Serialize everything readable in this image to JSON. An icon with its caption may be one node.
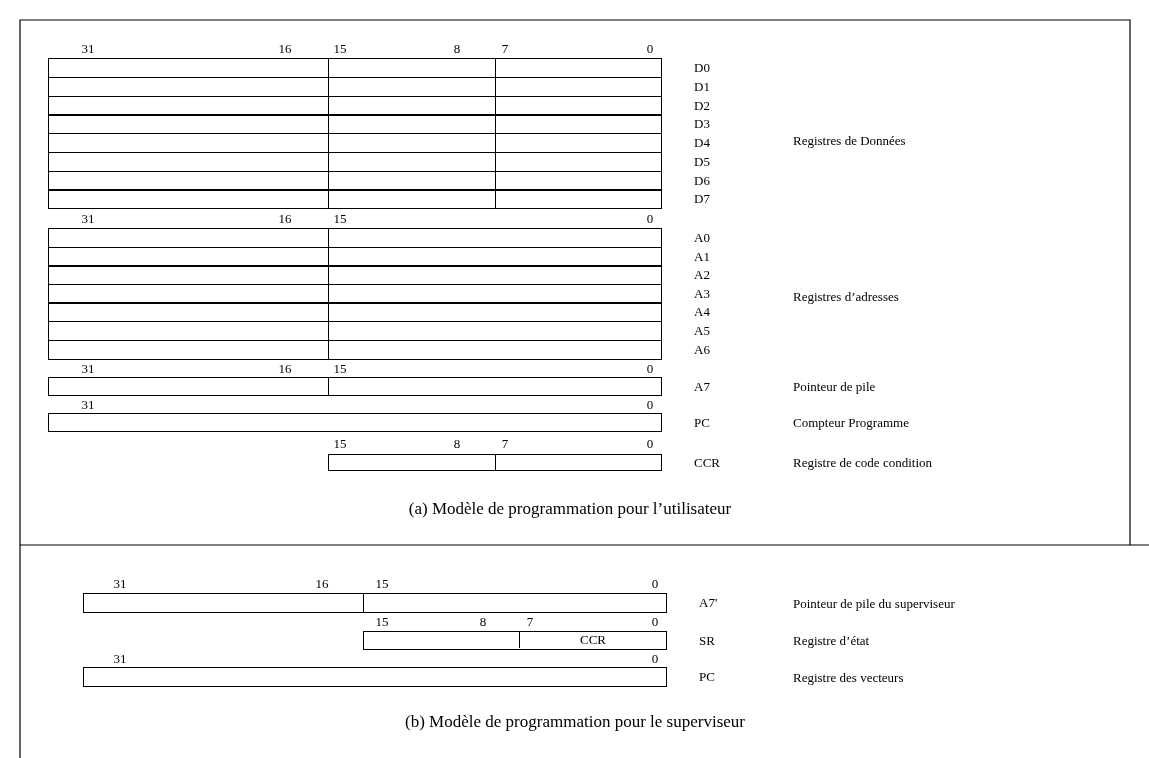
{
  "diagram": {
    "nodes": [
      {
        "text": [],
        "shape": "box",
        "beside": [
          "D0"
        ]
      },
      {
        "text": [],
        "shape": "box",
        "beside": [
          "D1"
        ]
      },
      {
        "text": [],
        "shape": "box",
        "beside": [
          "D2"
        ]
      },
      {
        "text": [],
        "shape": "box",
        "beside": [
          "D3"
        ]
      },
      {
        "text": [],
        "shape": "box",
        "beside": [
          "D4"
        ]
      },
      {
        "text": [],
        "shape": "box",
        "beside": [
          "D5"
        ]
      },
      {
        "text": [],
        "shape": "box",
        "beside": [
          "D6"
        ]
      },
      {
        "text": [],
        "shape": "box",
        "beside": [
          "D7"
        ]
      },
      {
        "text": [],
        "shape": "box",
        "beside": [
          "A0"
        ]
      },
      {
        "text": [],
        "shape": "box",
        "beside": [
          "A1"
        ]
      },
      {
        "text": [],
        "shape": "box",
        "beside": [
          "A2"
        ]
      },
      {
        "text": [],
        "shape": "box",
        "beside": [
          "A3"
        ]
      },
      {
        "text": [],
        "shape": "box",
        "beside": [
          "A4"
        ]
      },
      {
        "text": [],
        "shape": "box",
        "beside": [
          "A5"
        ]
      },
      {
        "text": [],
        "shape": "box",
        "beside": [
          "A6"
        ]
      },
      {
        "text": [],
        "shape": "box",
        "beside": [
          "A7"
        ]
      },
      {
        "text": [],
        "shape": "box",
        "beside": [
          "PC"
        ]
      },
      {
        "text": [],
        "shape": "box",
        "beside": [
          "CCR"
        ]
      },
      {
        "text": [],
        "shape": "box",
        "beside": [
          "A7'"
        ]
      },
      {
        "text": [],
        "shape": "box",
        "beside": [
          "SR"
        ]
      },
      {
        "text": [
          "CCR"
        ],
        "in": 19
      },
      {
        "text": [],
        "shape": "box",
        "beside": [
          "PC"
        ]
      }
    ],
    "labels": [
      "31",
      "16",
      "15",
      "8",
      "7",
      "0",
      "Registres de Données",
      "31",
      "16",
      "15",
      "0",
      "Registres d’adresses",
      "31",
      "16",
      "15",
      "0",
      "Pointeur de pile",
      "31",
      "0",
      "Compteur Programme",
      "15",
      "8",
      "7",
      "0",
      "Registre de code condition",
      "(a) Modèle de programmation pour l’utilisateur",
      "31",
      "16",
      "15",
      "0",
      "Pointeur de pile du superviseur",
      "15",
      "8",
      "7",
      "0",
      "Registre d’état",
      "31",
      "0",
      "Registre des vecteurs",
      "(b) Modèle de programmation pour le superviseur"
    ]
  }
}
